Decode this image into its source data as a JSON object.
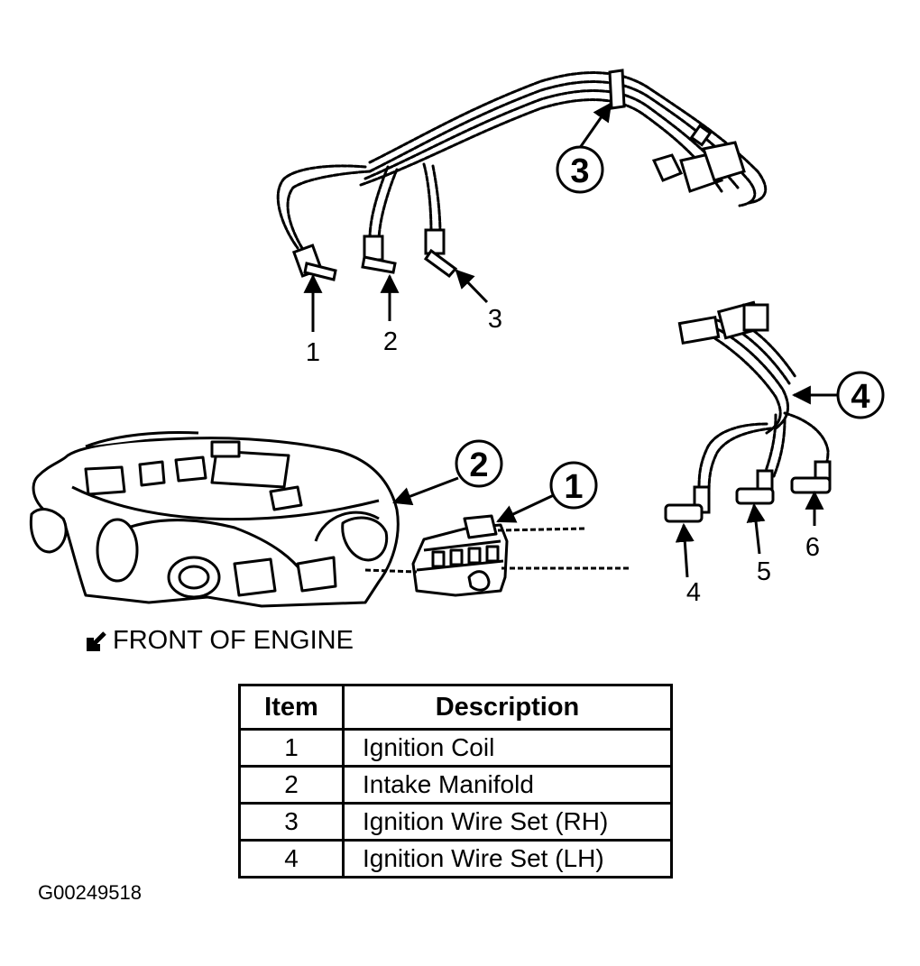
{
  "labels": {
    "wire1": "1",
    "wire2": "2",
    "wire3": "3",
    "wire4": "4",
    "wire5": "5",
    "wire6": "6"
  },
  "callouts": {
    "coil": "1",
    "manifold": "2",
    "rh_set": "3",
    "lh_set": "4"
  },
  "front_label": "FRONT OF ENGINE",
  "legend": {
    "header_item": "Item",
    "header_description": "Description",
    "rows": [
      {
        "item": "1",
        "description": "Ignition Coil"
      },
      {
        "item": "2",
        "description": "Intake Manifold"
      },
      {
        "item": "3",
        "description": "Ignition Wire Set (RH)"
      },
      {
        "item": "4",
        "description": "Ignition Wire Set (LH)"
      }
    ]
  },
  "figure_code": "G00249518",
  "colors": {
    "ink": "#000000",
    "paper": "#ffffff"
  }
}
